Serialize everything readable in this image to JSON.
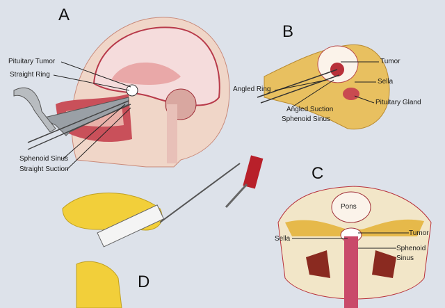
{
  "panels": {
    "a": "A",
    "b": "B",
    "c": "C",
    "d": "D"
  },
  "panel_a": {
    "labels": [
      "Pituitary Tumor",
      "Straight Ring",
      "Sphenoid Sinus",
      "Straight Suction"
    ]
  },
  "panel_b": {
    "labels": [
      "Tumor",
      "Sella",
      "Pituitary Gland",
      "Angled Ring",
      "Angled Suction",
      "Sphenoid Sinus"
    ]
  },
  "panel_c": {
    "labels": [
      "Pons",
      "Sella",
      "Tumor",
      "Sphenoid",
      "Sinus"
    ]
  },
  "colors": {
    "background": "#dde2ea",
    "tissue": "#b8303a",
    "bone": "#e6b94a",
    "brain": "#f3d6d4",
    "glove": "#f2cf3a"
  }
}
